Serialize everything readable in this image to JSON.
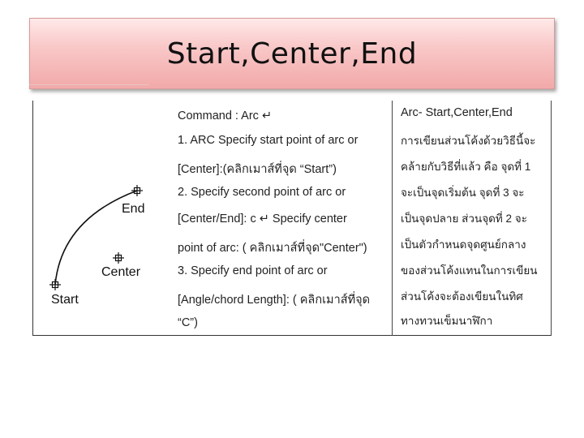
{
  "slide": {
    "title": "Start,Center,End"
  },
  "diagram": {
    "labels": {
      "end": "End",
      "center": "Center",
      "start": "Start"
    }
  },
  "instructions": {
    "lines": [
      "Command : Arc ↵",
      "1. ARC Specify start point of arc or",
      "[Center]:(คลิกเมาส์ที่จุด “Start”)",
      "2. Specify second point of arc or",
      "[Center/End]: c ↵   Specify center",
      "point of arc: ( คลิกเมาส์ที่จุด\"Center\")",
      "3. Specify end point of arc or",
      "[Angle/chord Length]: ( คลิกเมาส์ที่จุด",
      "“C”)"
    ]
  },
  "description": {
    "heading": "Arc- Start,Center,End",
    "lines": [
      "การเขียนส่วนโค้งด้วยวิธีนี้จะ",
      "คล้ายกับวิธีที่แล้ว คือ จุดที่ 1",
      "จะเป็นจุดเริ่มต้น จุดที่ 3 จะ",
      "เป็นจุดปลาย ส่วนจุดที่  2 จะ",
      "เป็นตัวกำหนดจุดศูนย์กลาง",
      "ของส่วนโค้งแทนในการเขียน",
      "ส่วนโค้งจะต้องเขียนในทิศ",
      "ทางทวนเข็มนาฬิกา"
    ]
  }
}
